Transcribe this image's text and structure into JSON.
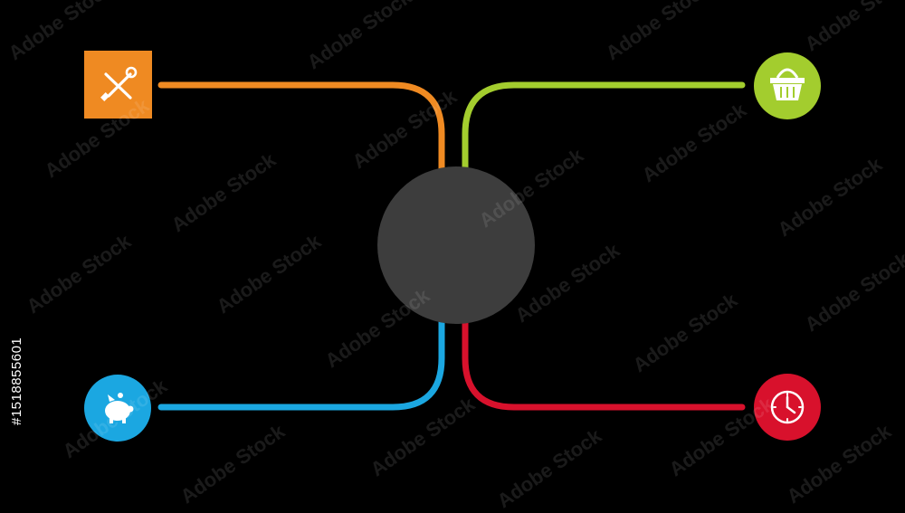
{
  "diagram": {
    "hub": {
      "color": "#3d3d3d"
    },
    "branches": [
      {
        "id": "tools",
        "color": "#ef8a22",
        "icon": "tools-icon",
        "shape": "square"
      },
      {
        "id": "savings",
        "color": "#1ba7e1",
        "icon": "piggy-bank-icon",
        "shape": "circle"
      },
      {
        "id": "shopping",
        "color": "#a3cd2e",
        "icon": "basket-icon",
        "shape": "circle"
      },
      {
        "id": "time",
        "color": "#d8112c",
        "icon": "clock-icon",
        "shape": "circle"
      }
    ]
  },
  "watermark": {
    "text": "Adobe Stock",
    "stock_id": "#1518855601"
  }
}
